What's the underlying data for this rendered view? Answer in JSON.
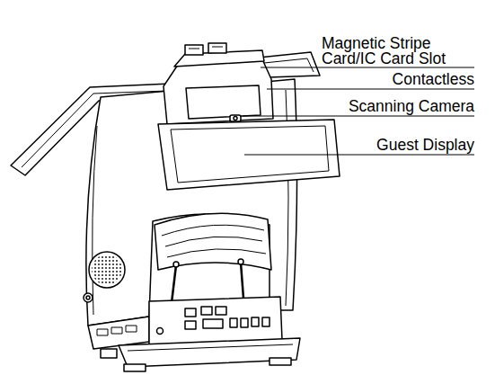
{
  "diagram": {
    "labels": [
      "Magnetic Stripe Card/IC Card Slot",
      "Contactless",
      "Scanning Camera",
      "Guest Display"
    ]
  }
}
